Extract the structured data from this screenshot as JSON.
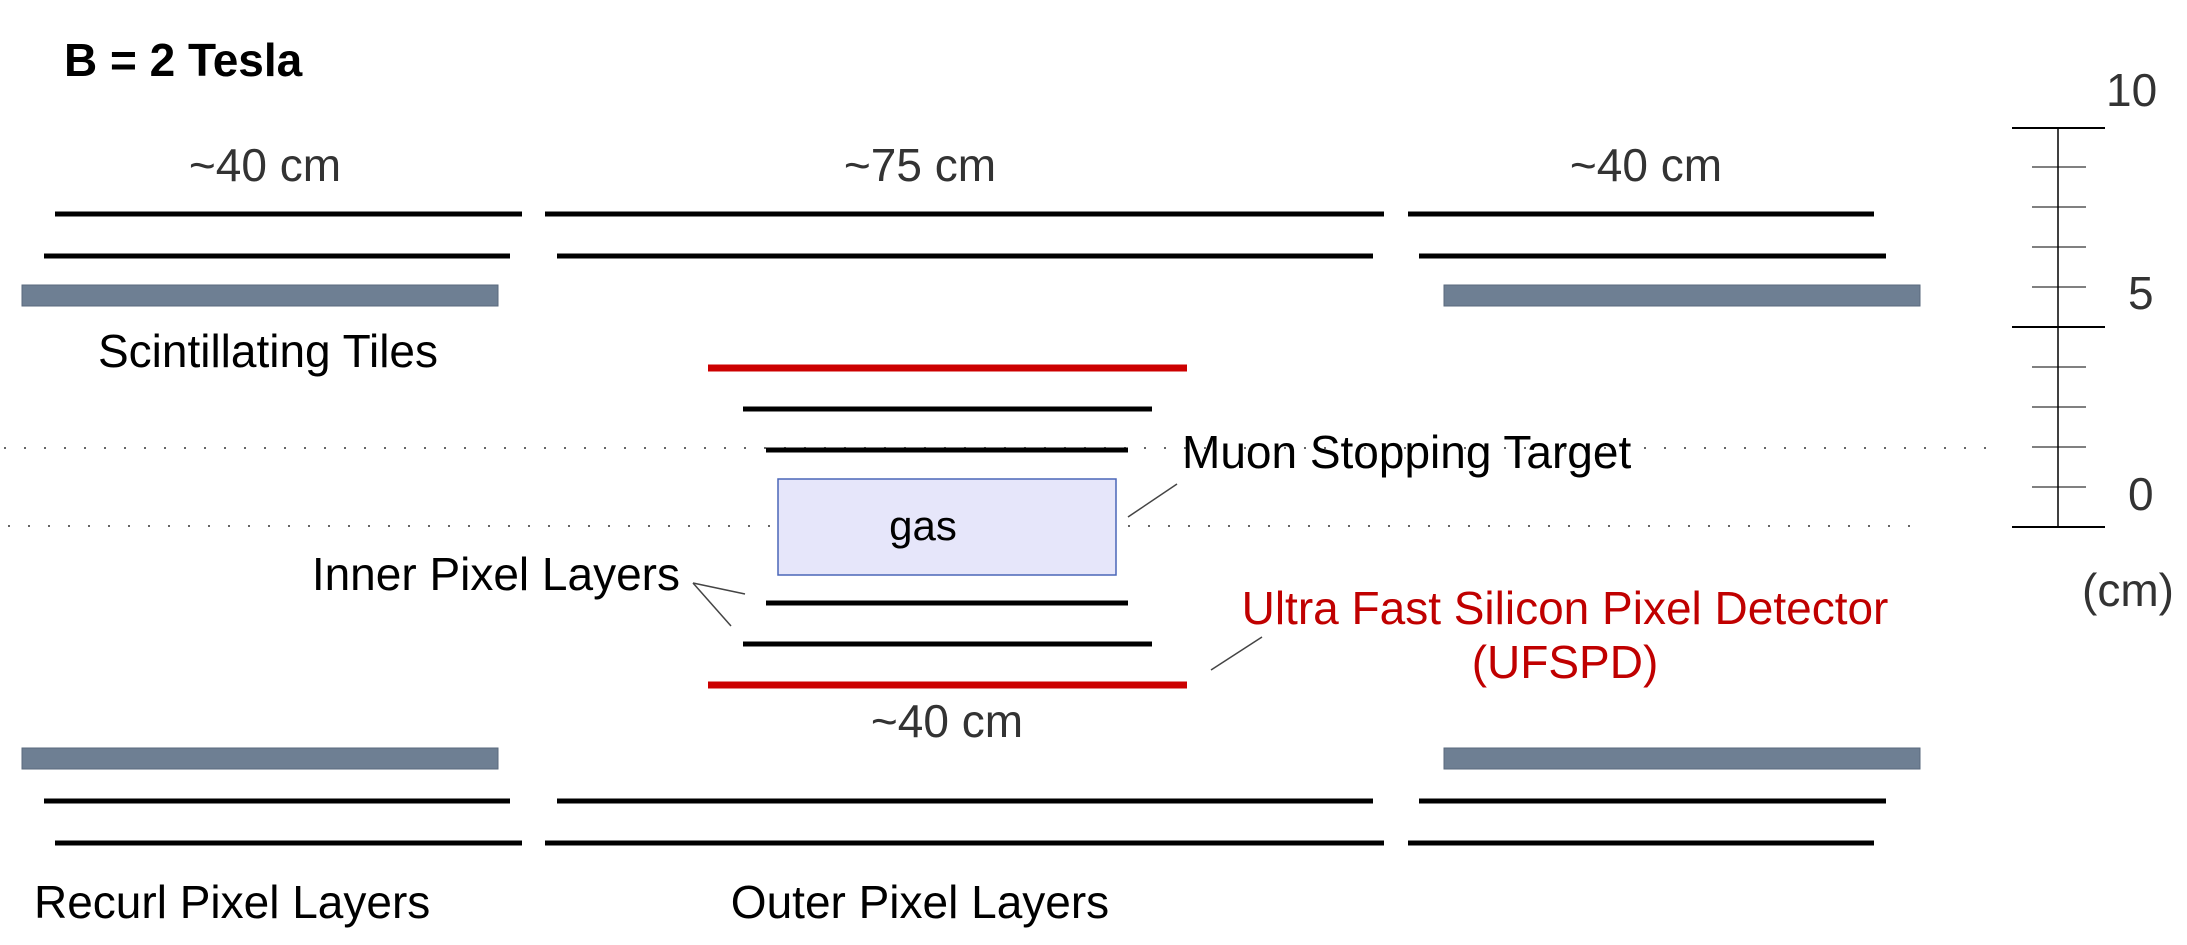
{
  "title": "B = 2 Tesla",
  "dimensions": {
    "left": "~40 cm",
    "center": "~75 cm",
    "right": "~40 cm",
    "inner": "~40 cm"
  },
  "labels": {
    "scintillating_tiles": "Scintillating Tiles",
    "muon_stopping_target": "Muon Stopping Target",
    "gas": "gas",
    "inner_pixel_layers": "Inner Pixel Layers",
    "ufspd_line1": "Ultra Fast Silicon Pixel Detector",
    "ufspd_line2": "(UFSPD)",
    "recurl_pixel_layers": "Recurl Pixel Layers",
    "outer_pixel_layers": "Outer Pixel Layers"
  },
  "scale": {
    "tick_10": "10",
    "tick_5": "5",
    "tick_0": "0",
    "unit": "(cm)"
  },
  "colors": {
    "pixel_layer": "#000000",
    "ufspd": "#cc0000",
    "tile": "#6e7f93",
    "gas_fill": "#e6e6fa",
    "gas_stroke": "#4a66b8",
    "ufspd_text": "#c00000"
  }
}
